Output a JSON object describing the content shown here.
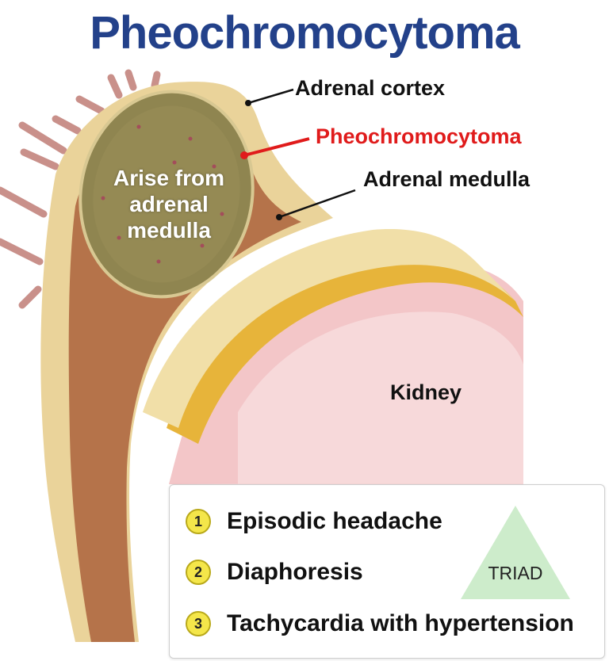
{
  "title": "Pheochromocytoma",
  "labels": {
    "adrenal_cortex": "Adrenal cortex",
    "pheochromocytoma": "Pheochromocytoma",
    "adrenal_medulla": "Adrenal medulla",
    "kidney": "Kidney",
    "tumor_note": [
      "Arise from",
      "adrenal",
      "medulla"
    ]
  },
  "triad": {
    "label": "TRIAD",
    "items": [
      {
        "number": "1",
        "text": "Episodic headache"
      },
      {
        "number": "2",
        "text": "Diaphoresis"
      },
      {
        "number": "3",
        "text": "Tachycardia with hypertension"
      }
    ]
  },
  "colors": {
    "title": "#23418a",
    "highlight_label": "#e01b1b",
    "number_badge": "#f4e64a",
    "triad_triangle": "#cdeccb"
  }
}
